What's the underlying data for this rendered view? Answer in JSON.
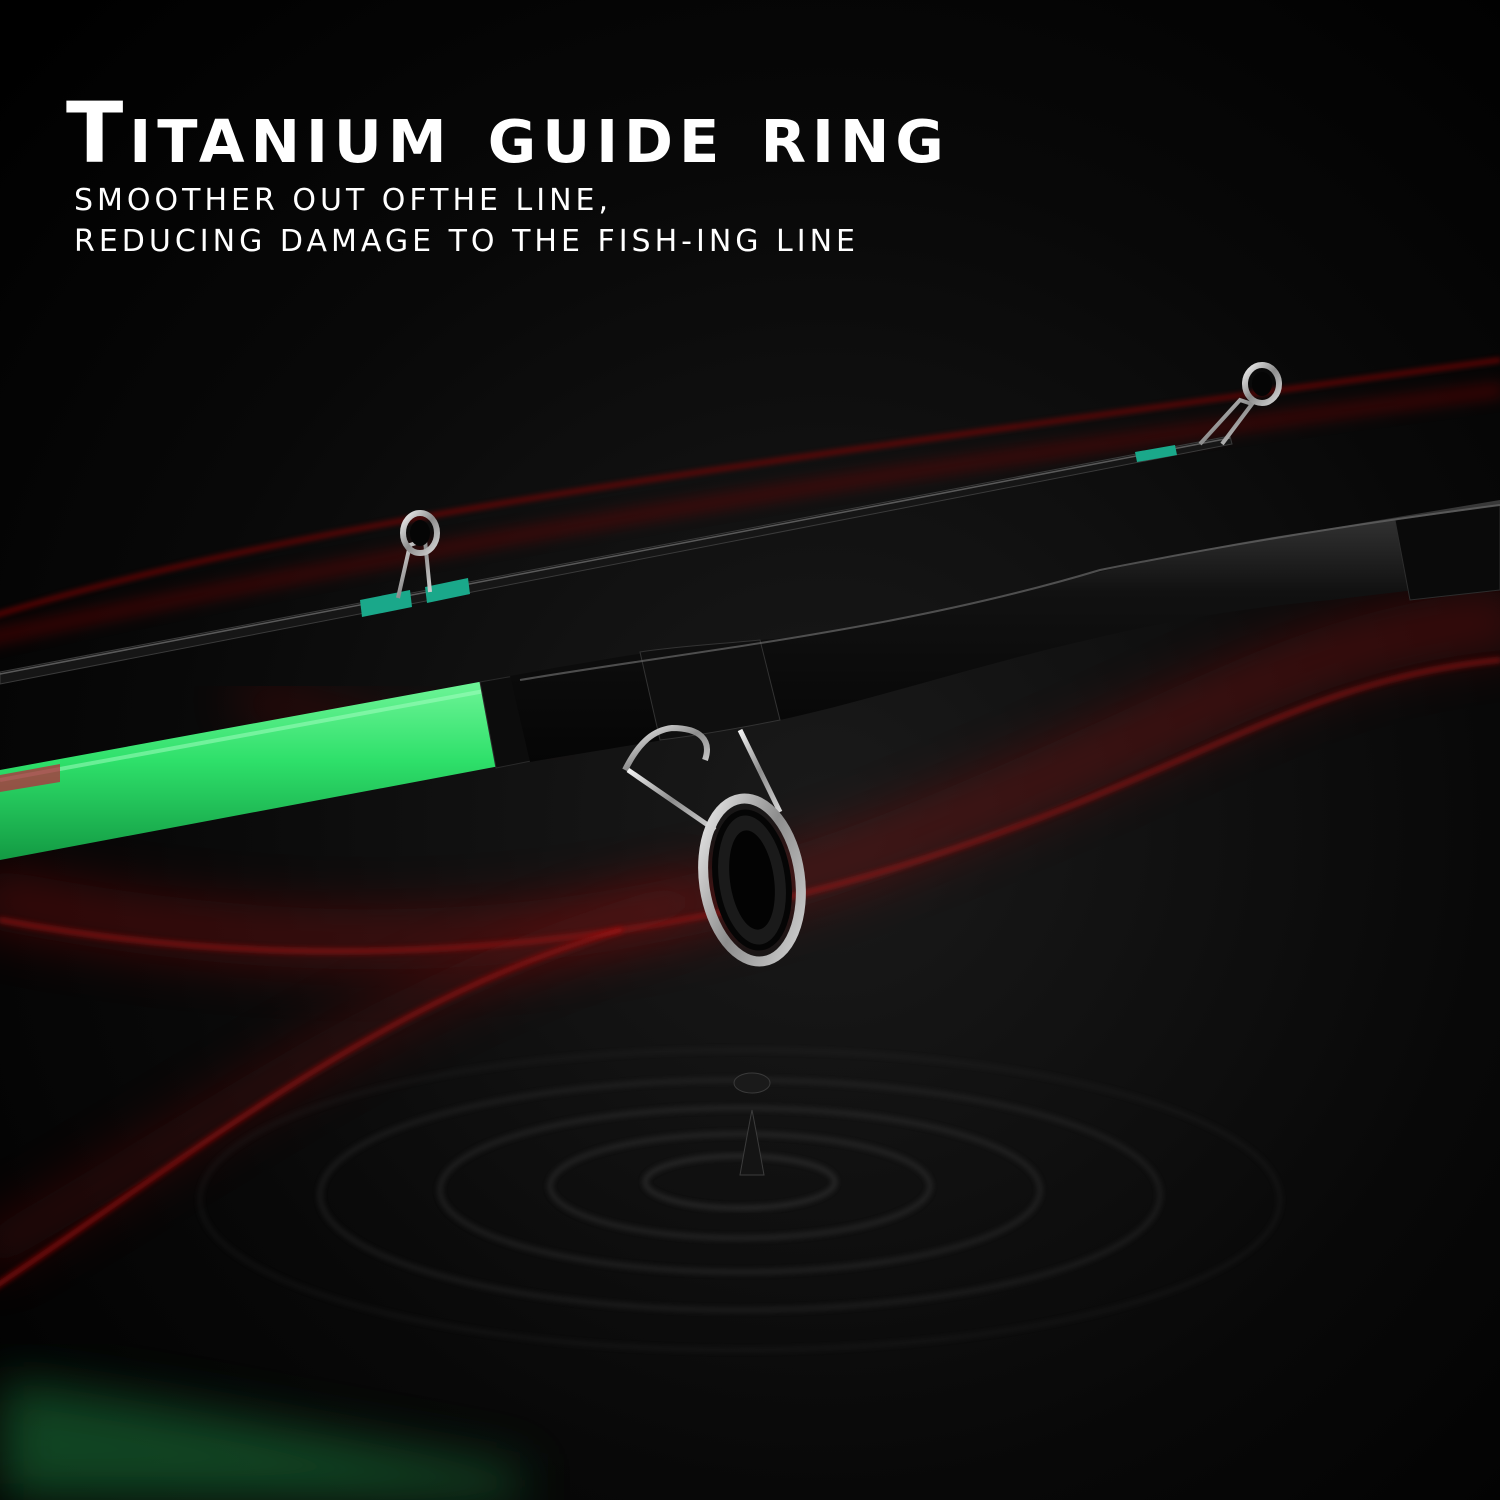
{
  "headline": "Titanium guide ring",
  "sub_line_1": "smoother out ofthe line,",
  "sub_line_2": "reducing damage to the fish-ing line",
  "colors": {
    "background": "#000000",
    "text": "#ffffff",
    "accent_red": "#c41414",
    "rod_green": "#2ee06a",
    "thread_teal": "#1aa88a"
  }
}
